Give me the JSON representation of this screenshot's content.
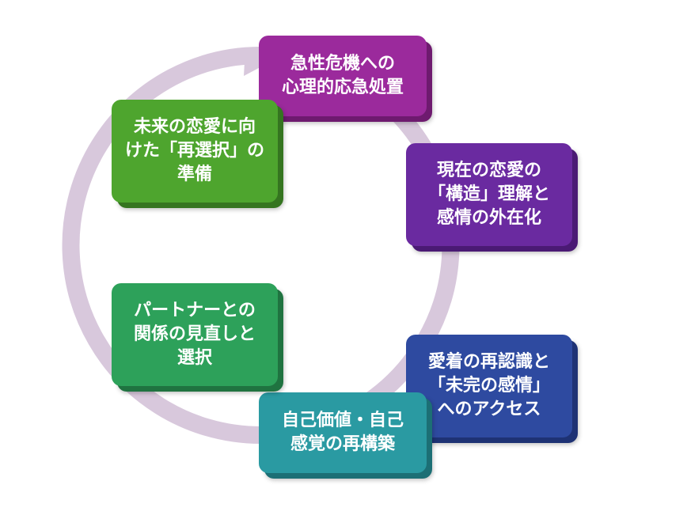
{
  "steps": [
    {
      "text": "急性危機への\n心理的応急処置",
      "color": "#9b2a9c",
      "side": "#6e1a6f"
    },
    {
      "text": "現在の恋愛の\n「構造」理解と\n感情の外在化",
      "color": "#6a2aa0",
      "side": "#4a1a74"
    },
    {
      "text": "愛着の再認識と\n「未完の感情」\nへのアクセス",
      "color": "#2e4aa0",
      "side": "#1e3274"
    },
    {
      "text": "自己価値・自己\n感覚の再構築",
      "color": "#2a9aa2",
      "side": "#1c6f75"
    },
    {
      "text": "パートナーとの\n関係の見直しと\n選択",
      "color": "#2da15a",
      "side": "#1f7340"
    },
    {
      "text": "未来の恋愛に向\nけた「再選択」の\n準備",
      "color": "#4ea52e",
      "side": "#357520"
    }
  ],
  "cycle_color": "#d8c8dc"
}
